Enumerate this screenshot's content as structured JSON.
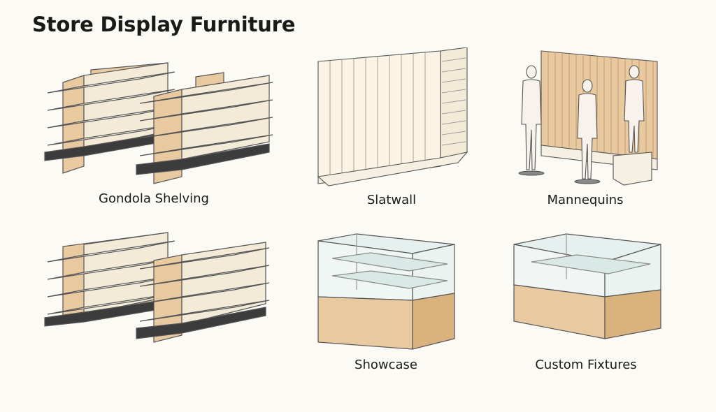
{
  "title": "Store Display Furniture",
  "items": [
    {
      "label": "Gondola Shelving",
      "icon": "gondola-shelving-illustration"
    },
    {
      "label": "Slatwall",
      "icon": "slatwall-illustration"
    },
    {
      "label": "Mannequins",
      "icon": "mannequins-illustration"
    },
    {
      "label": "",
      "icon": "gondola-shelving-illustration"
    },
    {
      "label": "Showcase",
      "icon": "showcase-illustration"
    },
    {
      "label": "Custom Fixtures",
      "icon": "custom-fixtures-illustration"
    }
  ],
  "colors": {
    "background": "#fbfaf5",
    "wood": "#e8c9a0",
    "wood_dark": "#d9b27e",
    "shelf": "#f6f0e2",
    "base": "#3c3c3c",
    "glass": "#e6f1ef",
    "outline": "#555555"
  }
}
